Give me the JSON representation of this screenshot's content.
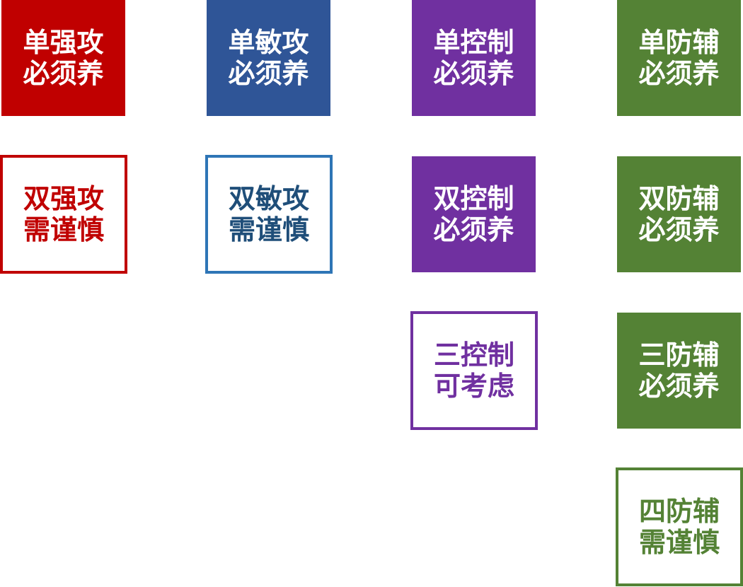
{
  "colors": {
    "strength_attack": "#C00000",
    "agility_attack": "#2F5597",
    "agility_outline": "#2E75B6",
    "control": "#7030A0",
    "defense_support": "#548235"
  },
  "tiles": {
    "r1c1": {
      "line1": "单强攻",
      "line2": "必须养"
    },
    "r1c2": {
      "line1": "单敏攻",
      "line2": "必须养"
    },
    "r1c3": {
      "line1": "单控制",
      "line2": "必须养"
    },
    "r1c4": {
      "line1": "单防辅",
      "line2": "必须养"
    },
    "r2c1": {
      "line1": "双强攻",
      "line2": "需谨慎"
    },
    "r2c2": {
      "line1": "双敏攻",
      "line2": "需谨慎"
    },
    "r2c3": {
      "line1": "双控制",
      "line2": "必须养"
    },
    "r2c4": {
      "line1": "双防辅",
      "line2": "必须养"
    },
    "r3c3": {
      "line1": "三控制",
      "line2": "可考虑"
    },
    "r3c4": {
      "line1": "三防辅",
      "line2": "必须养"
    },
    "r4c4": {
      "line1": "四防辅",
      "line2": "需谨慎"
    }
  }
}
